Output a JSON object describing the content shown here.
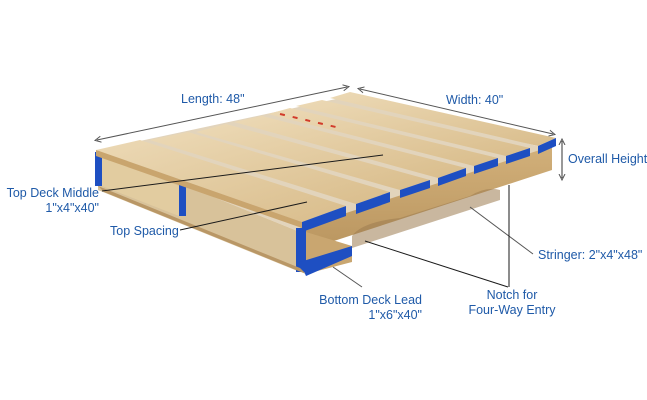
{
  "diagram": {
    "subject": "Wood pallet (stringer type)",
    "colors": {
      "label_text": "#1f5aa8",
      "wood_light": "#e6cfa6",
      "wood_mid": "#d4b582",
      "wood_dark": "#a88557",
      "end_paint": "#1e4fc2",
      "leader_line": "#1a1a1a",
      "background": "#ffffff"
    },
    "labels": {
      "length": "Length: 48\"",
      "width": "Width: 40\"",
      "overall_height": "Overall Height",
      "top_deck_middle_line1": "Top Deck Middle",
      "top_deck_middle_line2": "1\"x4\"x40\"",
      "top_spacing": "Top Spacing",
      "stringer": "Stringer: 2\"x4\"x48\"",
      "notch_line1": "Notch for",
      "notch_line2": "Four-Way Entry",
      "bottom_deck_lead_line1": "Bottom Deck Lead",
      "bottom_deck_lead_line2": "1\"x6\"x40\""
    },
    "dimensions": {
      "length_in": 48,
      "width_in": 40,
      "top_deck_board": "1\"x4\"x40\"",
      "stringer_board": "2\"x4\"x48\"",
      "bottom_deck_lead_board": "1\"x6\"x40\""
    }
  }
}
